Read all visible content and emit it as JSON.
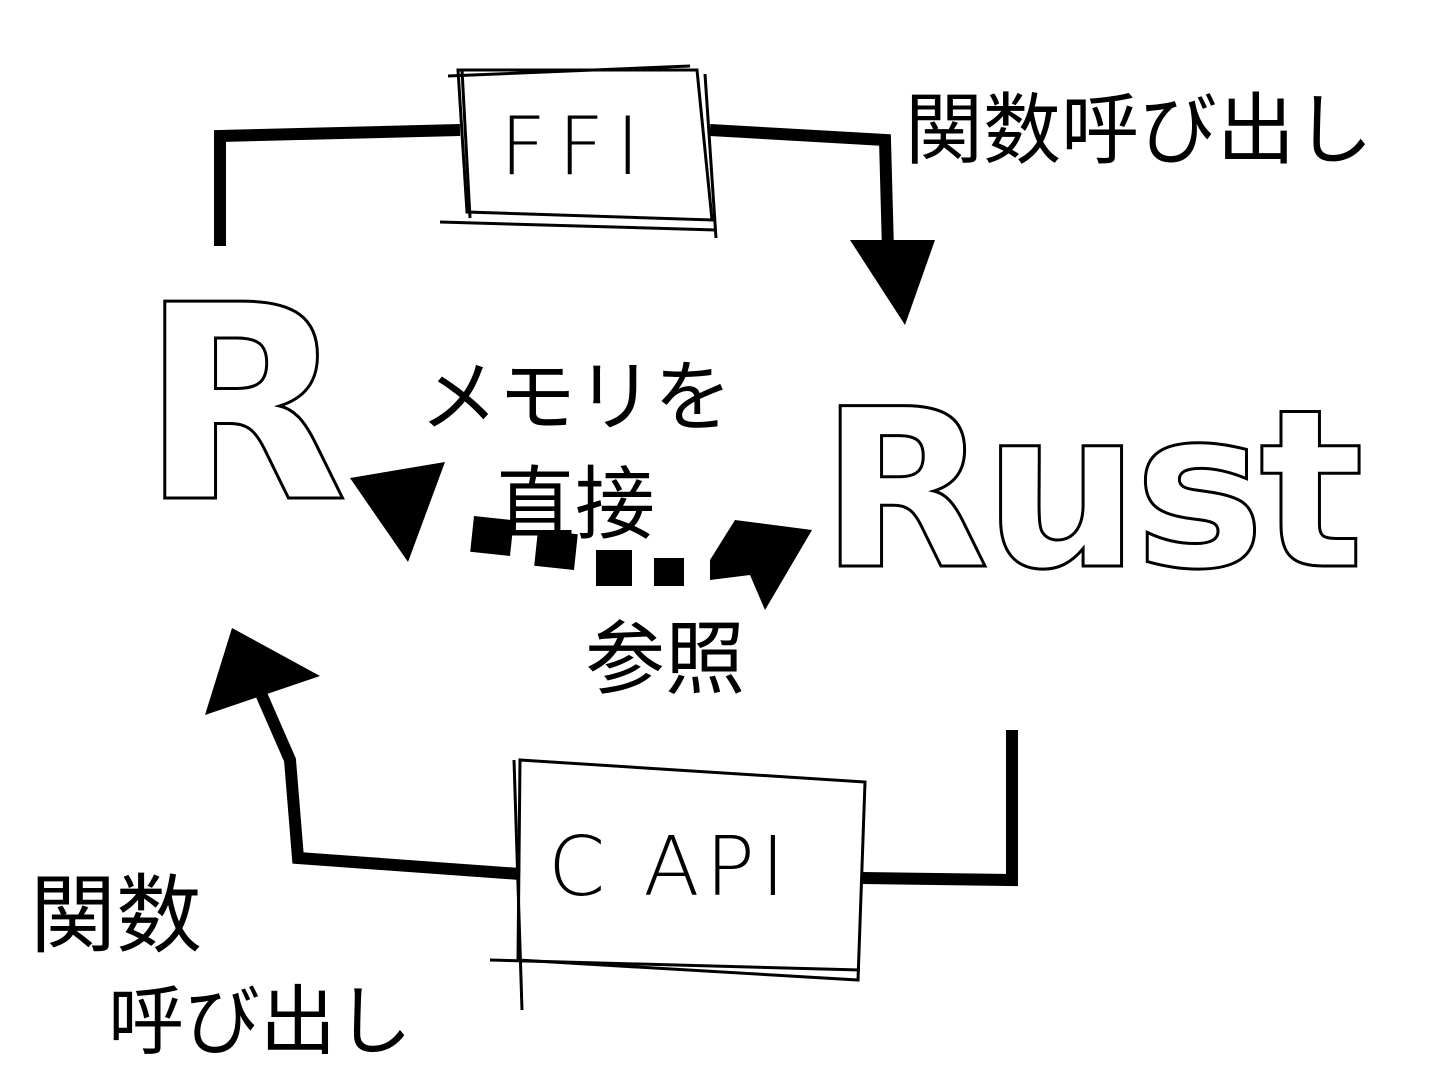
{
  "diagram": {
    "nodes": {
      "r": {
        "label": "R"
      },
      "rust": {
        "label": "Rust"
      },
      "ffi": {
        "label": "FFI"
      },
      "capi": {
        "label": "C API"
      }
    },
    "edges": {
      "r_to_rust": {
        "via": "FFI",
        "label": "関数呼び出し"
      },
      "rust_to_r": {
        "via": "C API",
        "label_line1": "関数",
        "label_line2": "呼び出し"
      },
      "memory": {
        "label_line1": "メモリを",
        "label_line2": "直接",
        "label_line3": "参照",
        "style": "dotted-bidirectional"
      }
    },
    "colors": {
      "ink": "#000000",
      "background": "#ffffff"
    }
  }
}
